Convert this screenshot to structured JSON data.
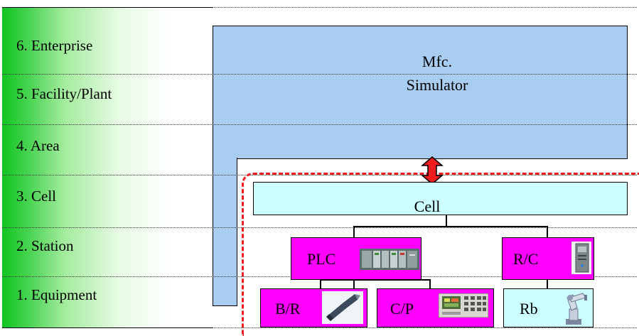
{
  "levels": [
    {
      "label": "6. Enterprise"
    },
    {
      "label": "5. Facility/Plant"
    },
    {
      "label": "4. Area"
    },
    {
      "label": "3. Cell"
    },
    {
      "label": "2. Station"
    },
    {
      "label": "1. Equipment"
    }
  ],
  "simulator": {
    "line1": "Mfc.",
    "line2": "Simulator"
  },
  "cell": {
    "label": "Cell"
  },
  "devices": {
    "plc": {
      "label": "PLC",
      "icon": "plc-rack-icon"
    },
    "rc": {
      "label": "R/C",
      "icon": "robot-controller-icon"
    },
    "br": {
      "label": "B/R",
      "icon": "barcode-reader-icon"
    },
    "cp": {
      "label": "C/P",
      "icon": "control-panel-icon"
    },
    "rb": {
      "label": "Rb",
      "icon": "robot-arm-icon"
    }
  },
  "colors": {
    "simulator": "#a9ccf1",
    "cell": "#ccffff",
    "device": "#ff00ff",
    "boundary": "#ee1c1c",
    "arrow": "#ee1c1c",
    "level_gradient_start": "#10c420"
  }
}
